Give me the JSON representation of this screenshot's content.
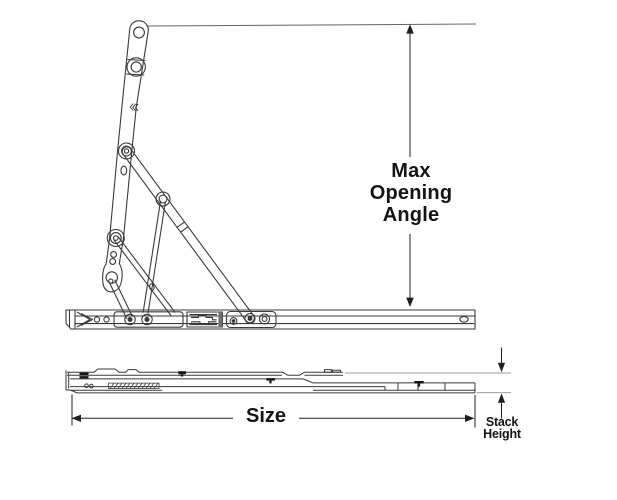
{
  "figure": {
    "background_color": "#ffffff",
    "line_color": "#3a3a3a",
    "dimension_color": "#1f1f1f",
    "extension_line_color": "#9e9e9e",
    "text_color": "#141414"
  },
  "dimensions": {
    "max_opening_angle": {
      "label_lines": [
        "Max",
        "Opening",
        "Angle"
      ]
    },
    "size": {
      "label": "Size"
    },
    "stack_height": {
      "label_lines": [
        "Stack",
        "Height"
      ]
    }
  }
}
